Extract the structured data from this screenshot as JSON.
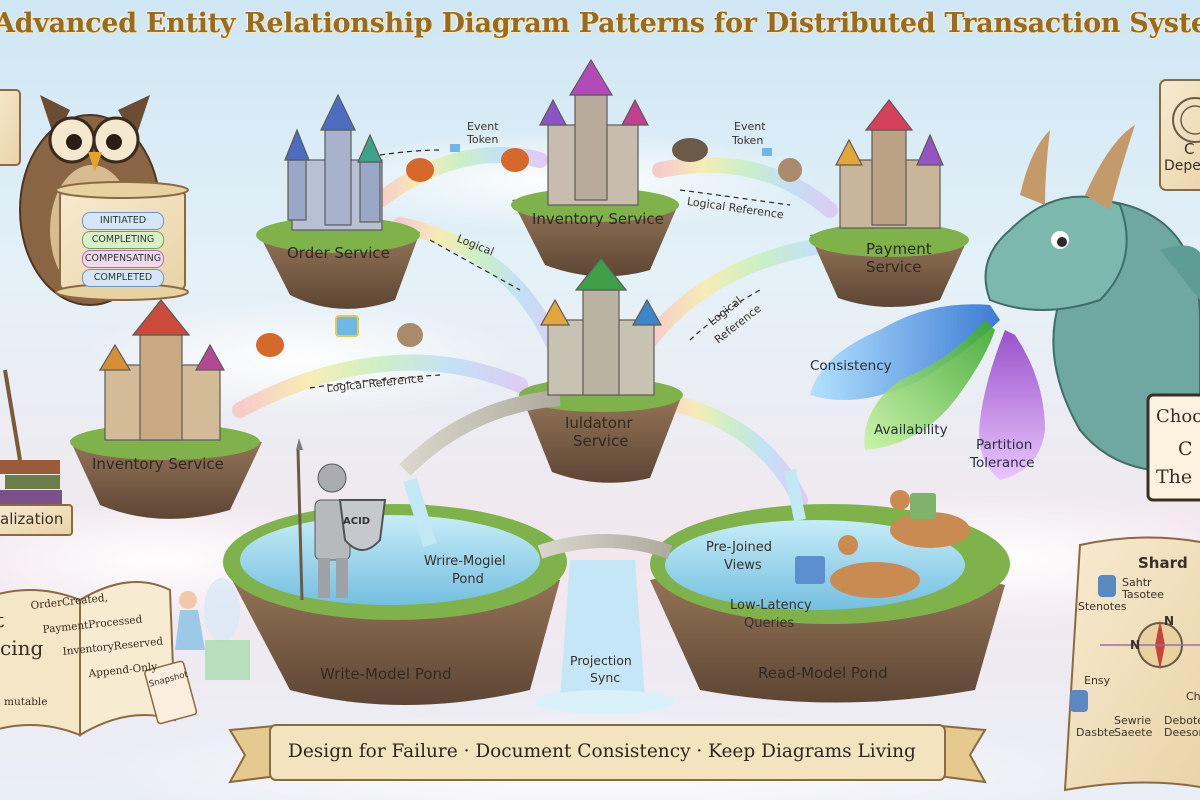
{
  "title": "Advanced Entity Relationship Diagram Patterns for Distributed Transaction Systems",
  "owl_scroll": {
    "states": [
      "INITIATED",
      "COMPLETING",
      "COMPENSATING",
      "COMPLETED"
    ]
  },
  "islands": {
    "order": "Order Service",
    "inventory_top": "Inventory Service",
    "payment_line1": "Payment",
    "payment_line2": "Service",
    "inventory_left": "Inventory Service",
    "center_line1": "Iuldatonr",
    "center_line2": "Service",
    "write_pond": "Write-Model Pond",
    "read_pond": "Read-Model Pond"
  },
  "arrows": {
    "event_token_1_line1": "Event",
    "event_token_1_line2": "Token",
    "event_token_2_line1": "Event",
    "event_token_2_line2": "Token",
    "logical_reference_top": "Logical Reference",
    "logical_left": "Logical",
    "logical_right_line1": "Logical",
    "logical_right_line2": "Reference",
    "logical_reference_left": "Logical Reference"
  },
  "ponds": {
    "write_model_line1": "Wrire-Mogiel",
    "write_model_line2": "Pond",
    "pre_joined_line1": "Pre-Joined",
    "pre_joined_line2": "Views",
    "low_latency_line1": "Low-Latency",
    "low_latency_line2": "Queries",
    "projection_line1": "Projection",
    "projection_line2": "Sync",
    "shield": "ACID"
  },
  "dragon": {
    "consistency": "Consistency",
    "availability": "Availability",
    "partition_line1": "Partition",
    "partition_line2": "Tolerance",
    "choose_line1": "Choo",
    "choose_line2": "C",
    "choose_line3": "The"
  },
  "left_edge": {
    "normalization": "alization"
  },
  "top_right_scroll": {
    "line1": "C",
    "line2": "Depe"
  },
  "book": {
    "events": [
      "OrderCreated,",
      "PaymentProcessed",
      "InventoryReserved",
      "Append-Only"
    ],
    "left_page_line1": "t",
    "left_page_line2": "cing",
    "immutable": "mutable",
    "ticket": "Snapshot"
  },
  "shard_map": {
    "title": "Shard",
    "compass_n1": "N",
    "compass_n2": "N",
    "entries": [
      "Sahtr",
      "Tasotee",
      "Stenotes",
      "Ensy",
      "Dasbte",
      "Sewrie",
      "Debote",
      "Deeson",
      "Saeete",
      "Che"
    ]
  },
  "banner": "Design for Failure · Document Consistency · Keep Diagrams Living",
  "colors": {
    "title": "#9a6a1d",
    "parchment": "#f4e3bf",
    "grass": "#7fb24a",
    "water": "#8fcde8",
    "fire_blue": "#4a8fe0",
    "fire_green": "#66c246",
    "fire_purple": "#b86ad6",
    "dragon": "#6fa8a0"
  }
}
